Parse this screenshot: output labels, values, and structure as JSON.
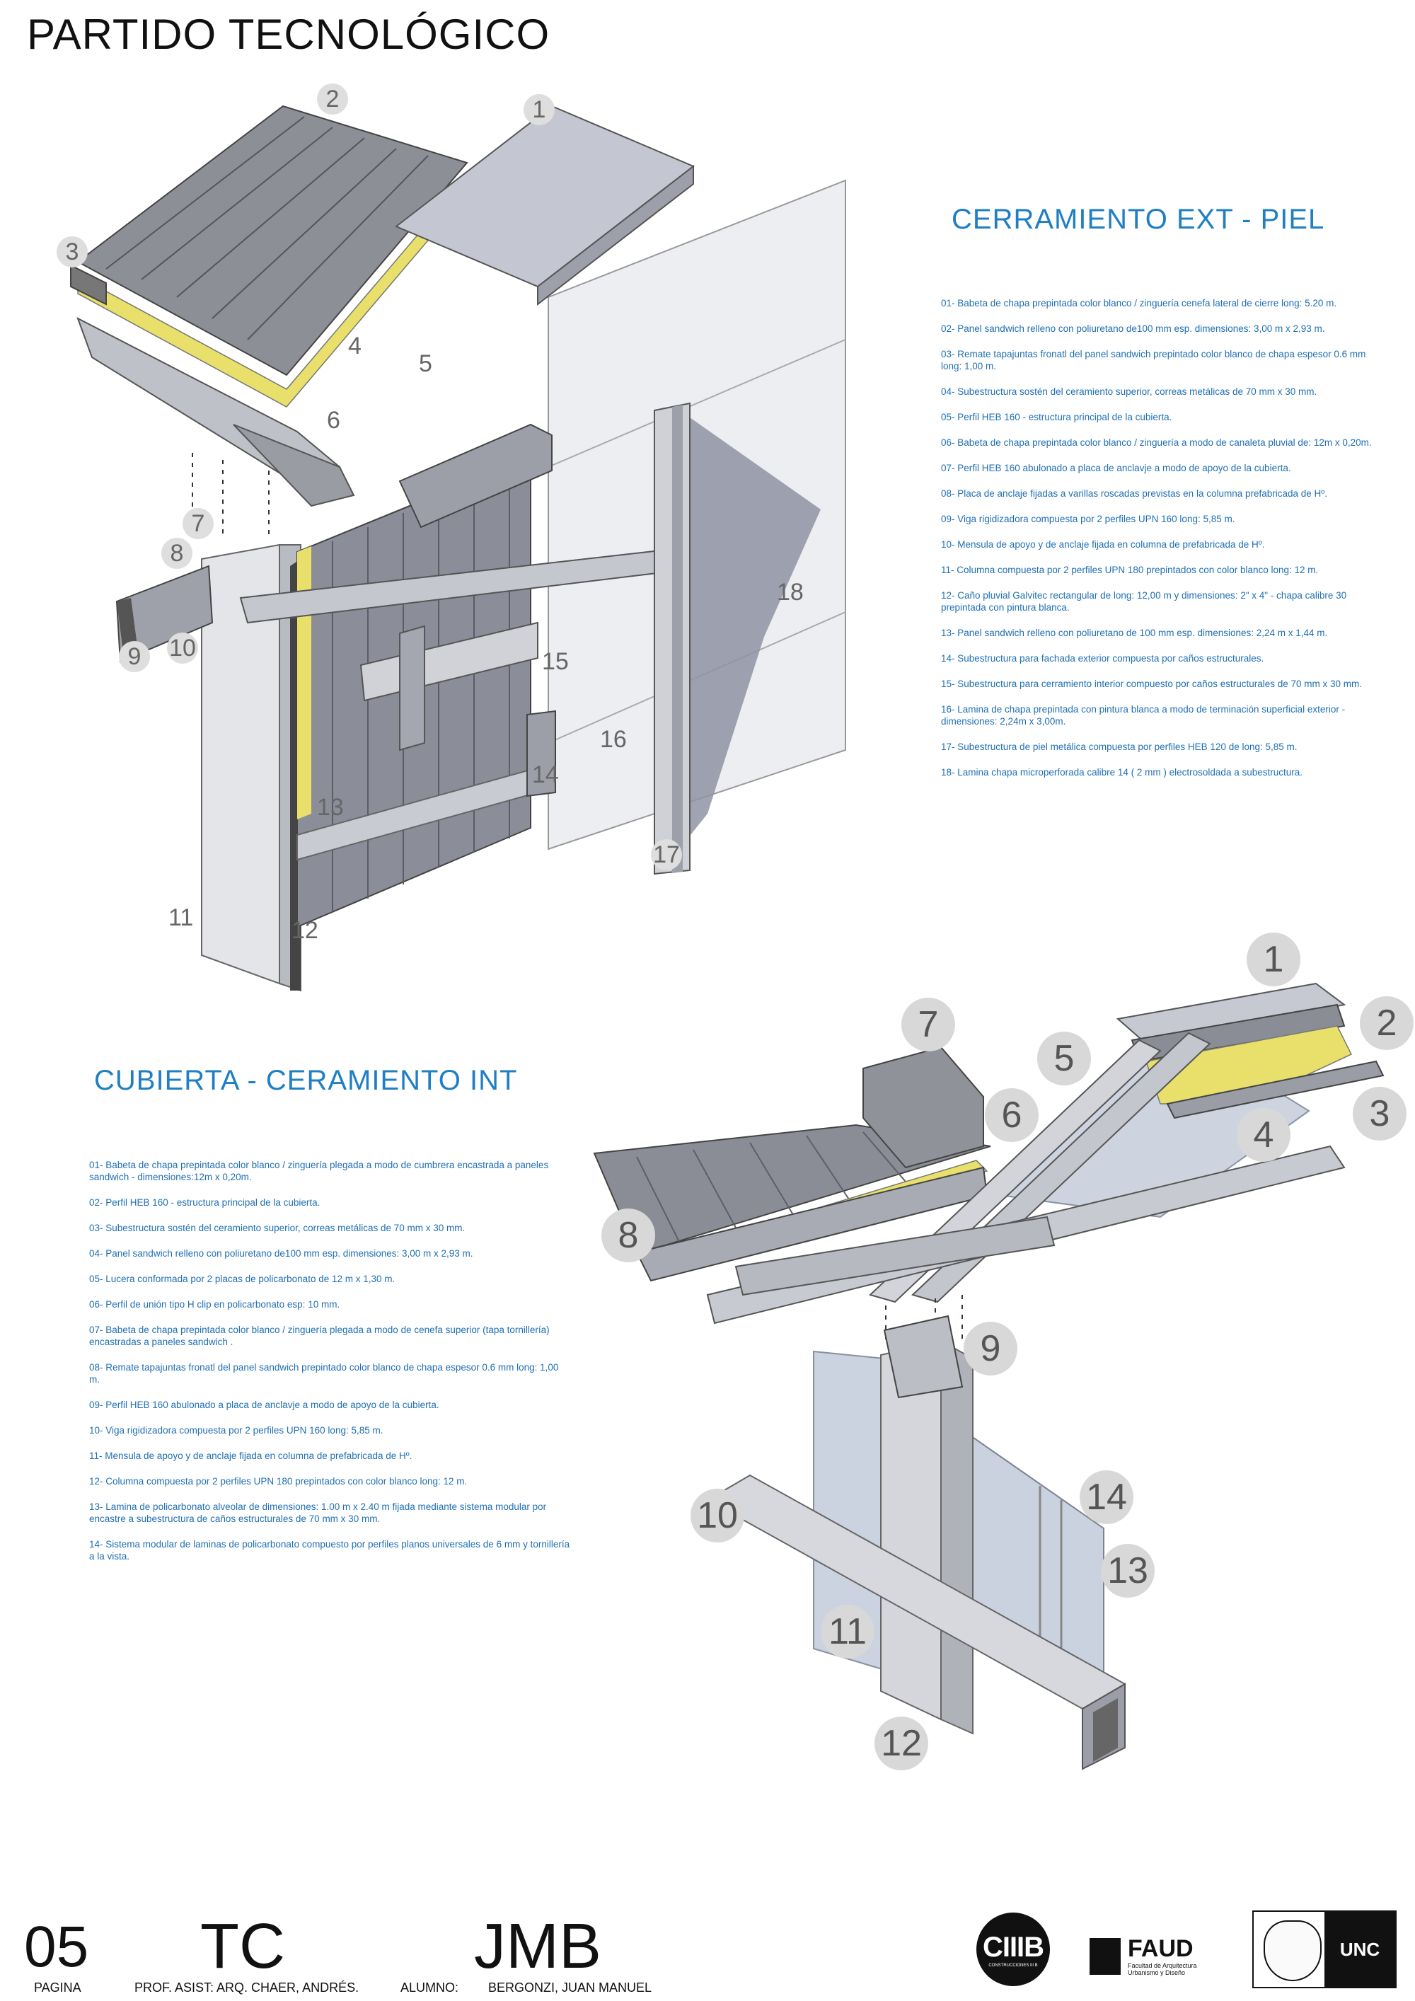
{
  "page_title": "PARTIDO TECNOLÓGICO",
  "section1": {
    "title": "CERRAMIENTO EXT - PIEL",
    "items": [
      "01- Babeta de chapa prepintada color blanco / zinguería cenefa lateral de cierre long: 5.20 m.",
      "02- Panel sandwich relleno con poliuretano de100 mm esp. dimensiones: 3,00 m x 2,93 m.",
      "03- Remate tapajuntas fronatl del panel sandwich prepintado color blanco de chapa espesor 0.6 mm long: 1,00 m.",
      "04- Subestructura sostén del ceramiento superior, correas metálicas de 70 mm x 30 mm.",
      "05- Perfil HEB 160 - estructura principal de la cubierta.",
      "06- Babeta de chapa prepintada color blanco / zinguería a modo de canaleta pluvial de: 12m x 0,20m.",
      "07- Perfil HEB 160 abulonado a placa de anclavje a modo de apoyo de la cubierta.",
      "08- Placa de anclaje fijadas a varillas roscadas previstas en la columna prefabricada de Hº.",
      "09- Viga rigidizadora compuesta por 2 perfiles UPN 160 long: 5,85 m.",
      "10- Mensula de apoyo y de anclaje fijada en columna de prefabricada de Hº.",
      "11- Columna compuesta por 2 perfiles UPN 180 prepintados con color blanco long: 12 m.",
      "12- Caño pluvial Galvitec rectangular de long: 12,00 m y dimensiones: 2\" x 4\" - chapa calibre 30 prepintada con pintura blanca.",
      "13- Panel sandwich relleno con poliuretano de 100 mm esp. dimensiones: 2,24 m x 1,44 m.",
      "14- Subestructura para fachada exterior compuesta por caños estructurales.",
      "15- Subestructura para cerramiento interior compuesto por caños estructurales de 70 mm x 30 mm.",
      "16- Lamina de chapa prepintada con pintura blanca a modo de terminación superficial exterior - dimensiones: 2,24m x 3,00m.",
      "17- Subestructura de piel metálica compuesta por perfiles HEB 120 de long: 5,85 m.",
      "18- Lamina chapa microperforada calibre 14 ( 2 mm ) electrosoldada a subestructura."
    ],
    "callouts": [
      "1",
      "2",
      "3",
      "4",
      "5",
      "6",
      "7",
      "8",
      "9",
      "10",
      "11",
      "12",
      "13",
      "14",
      "15",
      "16",
      "17",
      "18"
    ]
  },
  "section2": {
    "title": "CUBIERTA - CERAMIENTO INT",
    "items": [
      "01- Babeta de chapa prepintada color blanco / zinguería plegada a modo de cumbrera encastrada a paneles sandwich - dimensiones:12m x 0,20m.",
      "02- Perfil HEB 160 - estructura principal de la cubierta.",
      "03- Subestructura sostén del ceramiento superior, correas metálicas de 70 mm x 30 mm.",
      "04- Panel sandwich relleno con poliuretano de100 mm esp. dimensiones: 3,00 m x 2,93 m.",
      "05- Lucera conformada por 2 placas de policarbonato de 12 m x 1,30 m.",
      "06- Perfil de unión tipo H clip en policarbonato esp: 10 mm.",
      "07- Babeta de chapa prepintada color blanco / zinguería plegada a modo de cenefa superior (tapa tornillería) encastradas a paneles sandwich .",
      "08- Remate tapajuntas fronatl del panel sandwich prepintado color blanco de chapa espesor 0.6 mm long: 1,00 m.",
      "09- Perfil HEB 160 abulonado a placa de anclavje a modo de apoyo de la cubierta.",
      "10- Viga rigidizadora compuesta por 2 perfiles UPN 160 long: 5,85 m.",
      "11- Mensula de apoyo y de anclaje fijada en columna de prefabricada de Hº.",
      "12- Columna compuesta por 2 perfiles UPN 180 prepintados con color blanco long: 12 m.",
      "13- Lamina de policarbonato alveolar de dimensiones: 1.00 m x 2.40 m fijada mediante sistema modular por encastre a subestructura de caños estructurales de 70 mm x 30 mm.",
      "14- Sistema modular de laminas de policarbonato compuesto por perfiles planos universales de 6 mm y tornillería a la vista."
    ],
    "callouts": [
      "1",
      "2",
      "3",
      "4",
      "5",
      "6",
      "7",
      "8",
      "9",
      "10",
      "11",
      "12",
      "13",
      "14"
    ]
  },
  "footer": {
    "page_number": "05",
    "page_label": "PAGINA",
    "tc": "TC",
    "prof": "PROF. ASIST: ARQ. CHAER, ANDRÉS.",
    "jmb": "JMB",
    "alumno_label": "ALUMNO:",
    "alumno": "BERGONZI, JUAN MANUEL",
    "logo_ciiib": "CIIIB",
    "logo_ciiib_sub": "CONSTRUCCIONES III B",
    "logo_faud": "FAUD",
    "logo_faud_sub": "Facultad de Arquitectura Urbanismo y Diseño",
    "logo_unc": "UNC"
  },
  "colors": {
    "accent": "#1f7fc4",
    "metal": "#9a9ca3",
    "insulation": "#e8e06a",
    "panel_light": "#dfe2ea"
  }
}
